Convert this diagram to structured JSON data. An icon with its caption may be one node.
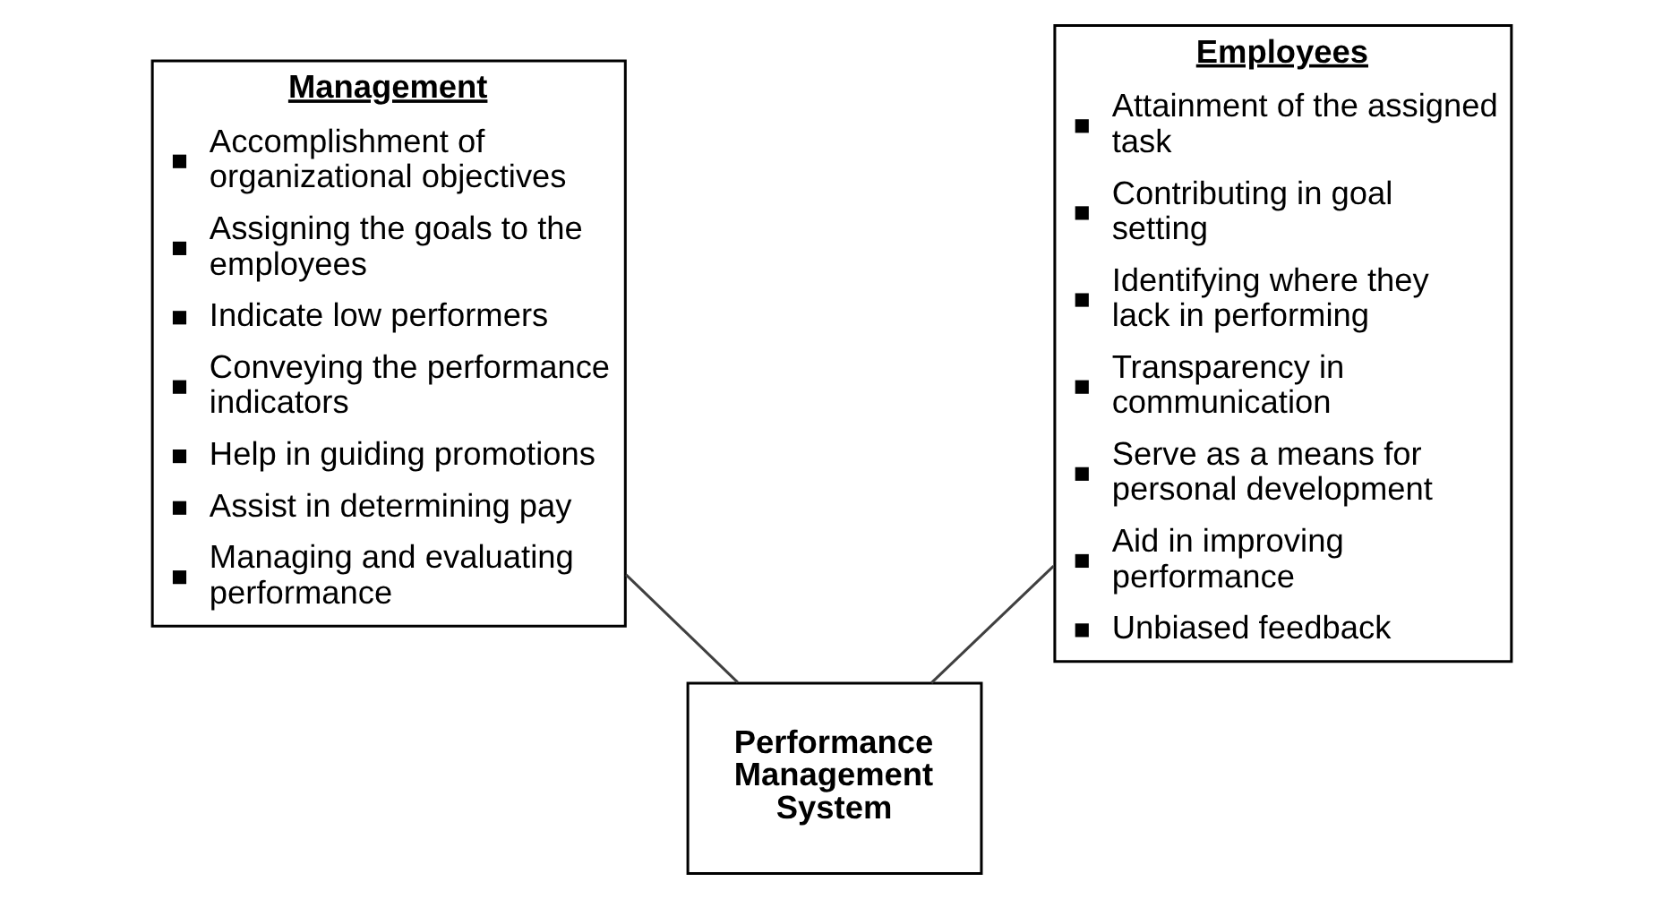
{
  "diagram": {
    "nodes": [
      {
        "text": [
          "Management",
          "Accomplishment of organizational objectives",
          "Assigning the goals to the employees",
          "Indicate low performers",
          "Conveying the performance indicators",
          "Help in guiding promotions",
          "Assist in determining pay",
          "Managing and evaluating performance"
        ]
      },
      {
        "text": [
          "Employees",
          "Attainment of the assigned task",
          "Contributing in goal setting",
          "Identifying where they lack in performing",
          "Transparency in communication",
          "Serve as a means for personal development",
          "Aid in improving performance",
          "Unbiased feedback"
        ]
      },
      {
        "text": [
          "Performance Management System"
        ]
      }
    ],
    "edges": [
      {
        "from": 0,
        "to": 2,
        "arrow": "none"
      },
      {
        "from": 1,
        "to": 2,
        "arrow": "none"
      }
    ]
  }
}
